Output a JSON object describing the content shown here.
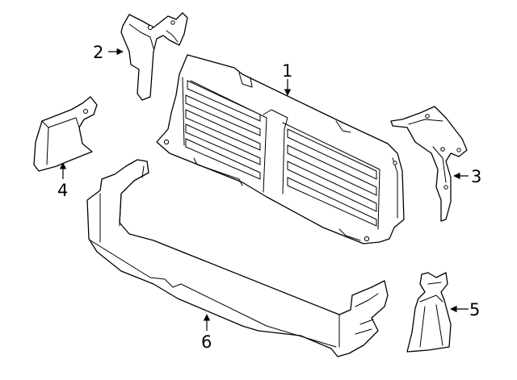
{
  "callouts": [
    {
      "id": "1",
      "text": "1"
    },
    {
      "id": "2",
      "text": "2"
    },
    {
      "id": "3",
      "text": "3"
    },
    {
      "id": "4",
      "text": "4"
    },
    {
      "id": "5",
      "text": "5"
    },
    {
      "id": "6",
      "text": "6"
    }
  ]
}
